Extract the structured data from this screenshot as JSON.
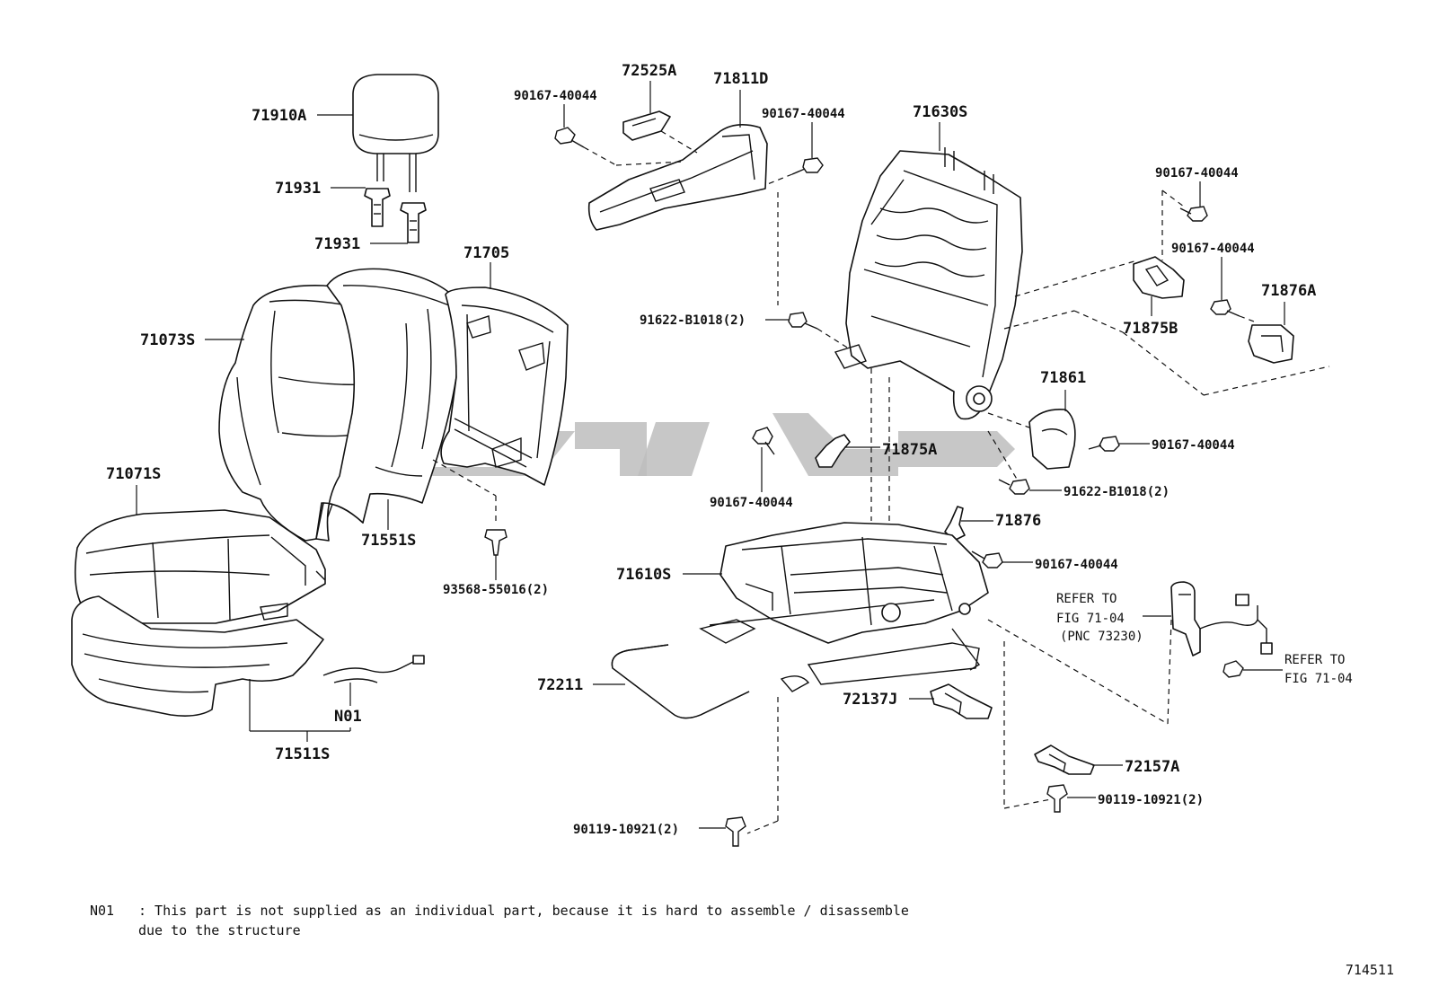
{
  "labels": {
    "headrest": "71910A",
    "support_upper": "71931",
    "support_lower": "71931",
    "back_cover": "71073S",
    "back_pad": "71551S",
    "back_board": "71705",
    "cushion_cover": "71071S",
    "cushion_assy": "71511S",
    "n01": "N01",
    "clip_93568": "93568-55016(2)",
    "cover_72525A": "72525A",
    "shield_71811D": "71811D",
    "screw_a": "90167-40044",
    "screw_b": "90167-40044",
    "back_frame": "71630S",
    "screw_c": "90167-40044",
    "screw_d": "90167-40044",
    "cover_71875B": "71875B",
    "cover_71876A": "71876A",
    "cover_71861": "71861",
    "screw_e": "90167-40044",
    "bolt_91622_a": "91622-B1018(2)",
    "bolt_91622_b": "91622-B1018(2)",
    "bracket_71875A": "71875A",
    "screw_f": "90167-40044",
    "bracket_71876": "71876",
    "screw_g": "90167-40044",
    "cushion_frame": "71610S",
    "wire_72211": "72211",
    "cover_72137J": "72137J",
    "cover_72157A": "72157A",
    "bolt_90119_a": "90119-10921(2)",
    "bolt_90119_b": "90119-10921(2)",
    "refer_a_line1": "REFER TO",
    "refer_a_line2": "FIG 71-04",
    "refer_a_line3": "(PNC 73230)",
    "refer_b_line1": "REFER TO",
    "refer_b_line2": "FIG 71-04"
  },
  "note": {
    "key": "N01",
    "text_line1": ": This part is not supplied as an individual part, because it is hard to assemble / disassemble",
    "text_line2": "due to the structure"
  },
  "figure_number": "714511"
}
